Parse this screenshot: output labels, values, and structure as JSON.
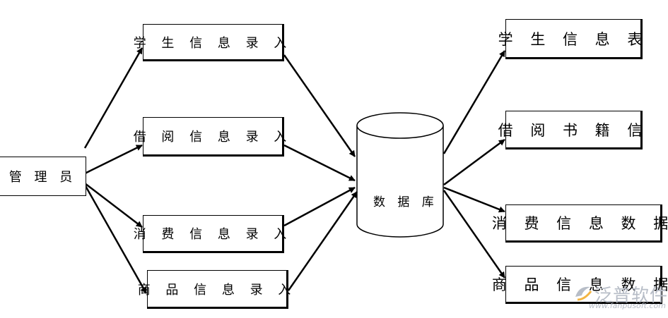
{
  "admin": "管 理 员",
  "database": "数 据 库",
  "inputs": [
    "学 生 信 息 录 入",
    "借 阅 信 息 录 入",
    "消 费 信 息 录 入",
    "商 品 信 息 录 入"
  ],
  "outputs": [
    "学 生 信 息 表",
    "借 阅 书 籍 信",
    "消 费 信 息 数 据",
    "商 品 信 息 数 据"
  ],
  "watermark": {
    "name": "泛普软件",
    "url": "www.fanpusoft.com"
  }
}
